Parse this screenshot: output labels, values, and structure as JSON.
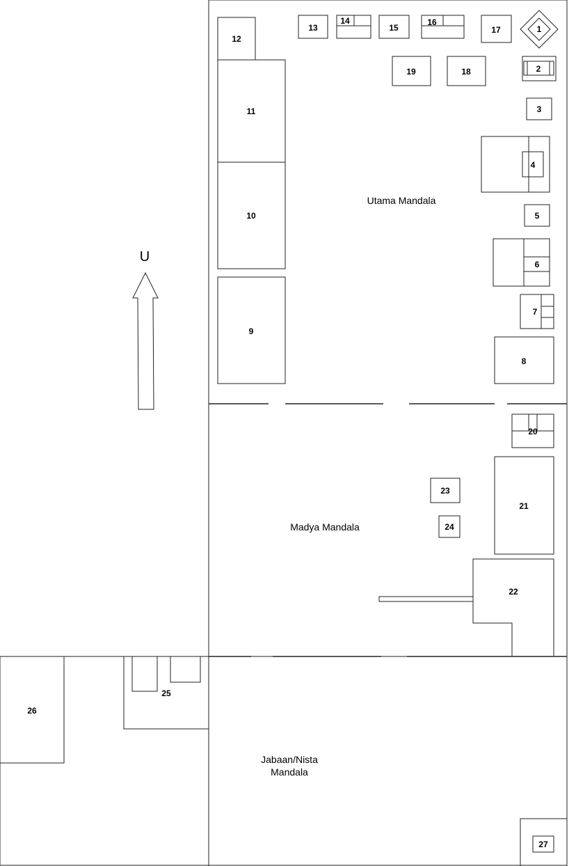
{
  "zones": {
    "utama": "Utama Mandala",
    "madya": "Madya Mandala",
    "jabaan_line1": "Jabaan/Nista",
    "jabaan_line2": "Mandala"
  },
  "north_label": "U",
  "structures": {
    "s1": "1",
    "s2": "2",
    "s3": "3",
    "s4": "4",
    "s5": "5",
    "s6": "6",
    "s7": "7",
    "s8": "8",
    "s9": "9",
    "s10": "10",
    "s11": "11",
    "s12": "12",
    "s13": "13",
    "s14": "14",
    "s15": "15",
    "s16": "16",
    "s17": "17",
    "s18": "18",
    "s19": "19",
    "s20": "20",
    "s21": "21",
    "s22": "22",
    "s23": "23",
    "s24": "24",
    "s25": "25",
    "s26": "26",
    "s27": "27"
  }
}
